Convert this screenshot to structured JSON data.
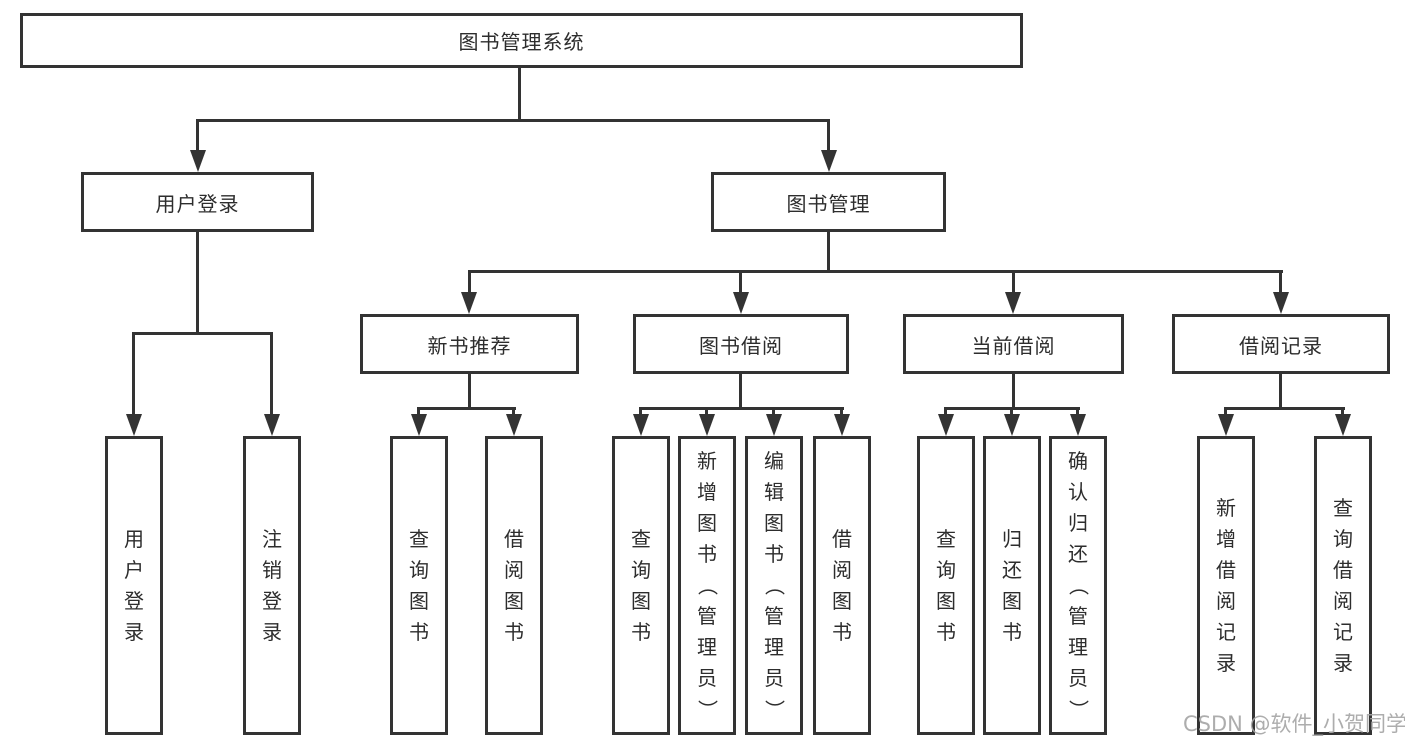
{
  "nodes": {
    "root": "图书管理系统",
    "user_login": "用户登录",
    "book_management": "图书管理",
    "new_book_recommend": "新书推荐",
    "book_borrow": "图书借阅",
    "current_borrow": "当前借阅",
    "borrow_records": "借阅记录"
  },
  "leaves": {
    "user_login": [
      "用户登录",
      "注销登录"
    ],
    "new_book_recommend": [
      "查询图书",
      "借阅图书"
    ],
    "book_borrow": [
      "查询图书",
      "新增图书（管理员）",
      "编辑图书（管理员）",
      "借阅图书"
    ],
    "current_borrow": [
      "查询图书",
      "归还图书",
      "确认归还（管理员）"
    ],
    "borrow_records": [
      "新增借阅记录",
      "查询借阅记录"
    ]
  },
  "watermark": "CSDN @软件_小贺同学",
  "colors": {
    "line": "#333333",
    "text": "#2d2d2d",
    "watermark": "#a7a7a7",
    "background": "#ffffff"
  }
}
